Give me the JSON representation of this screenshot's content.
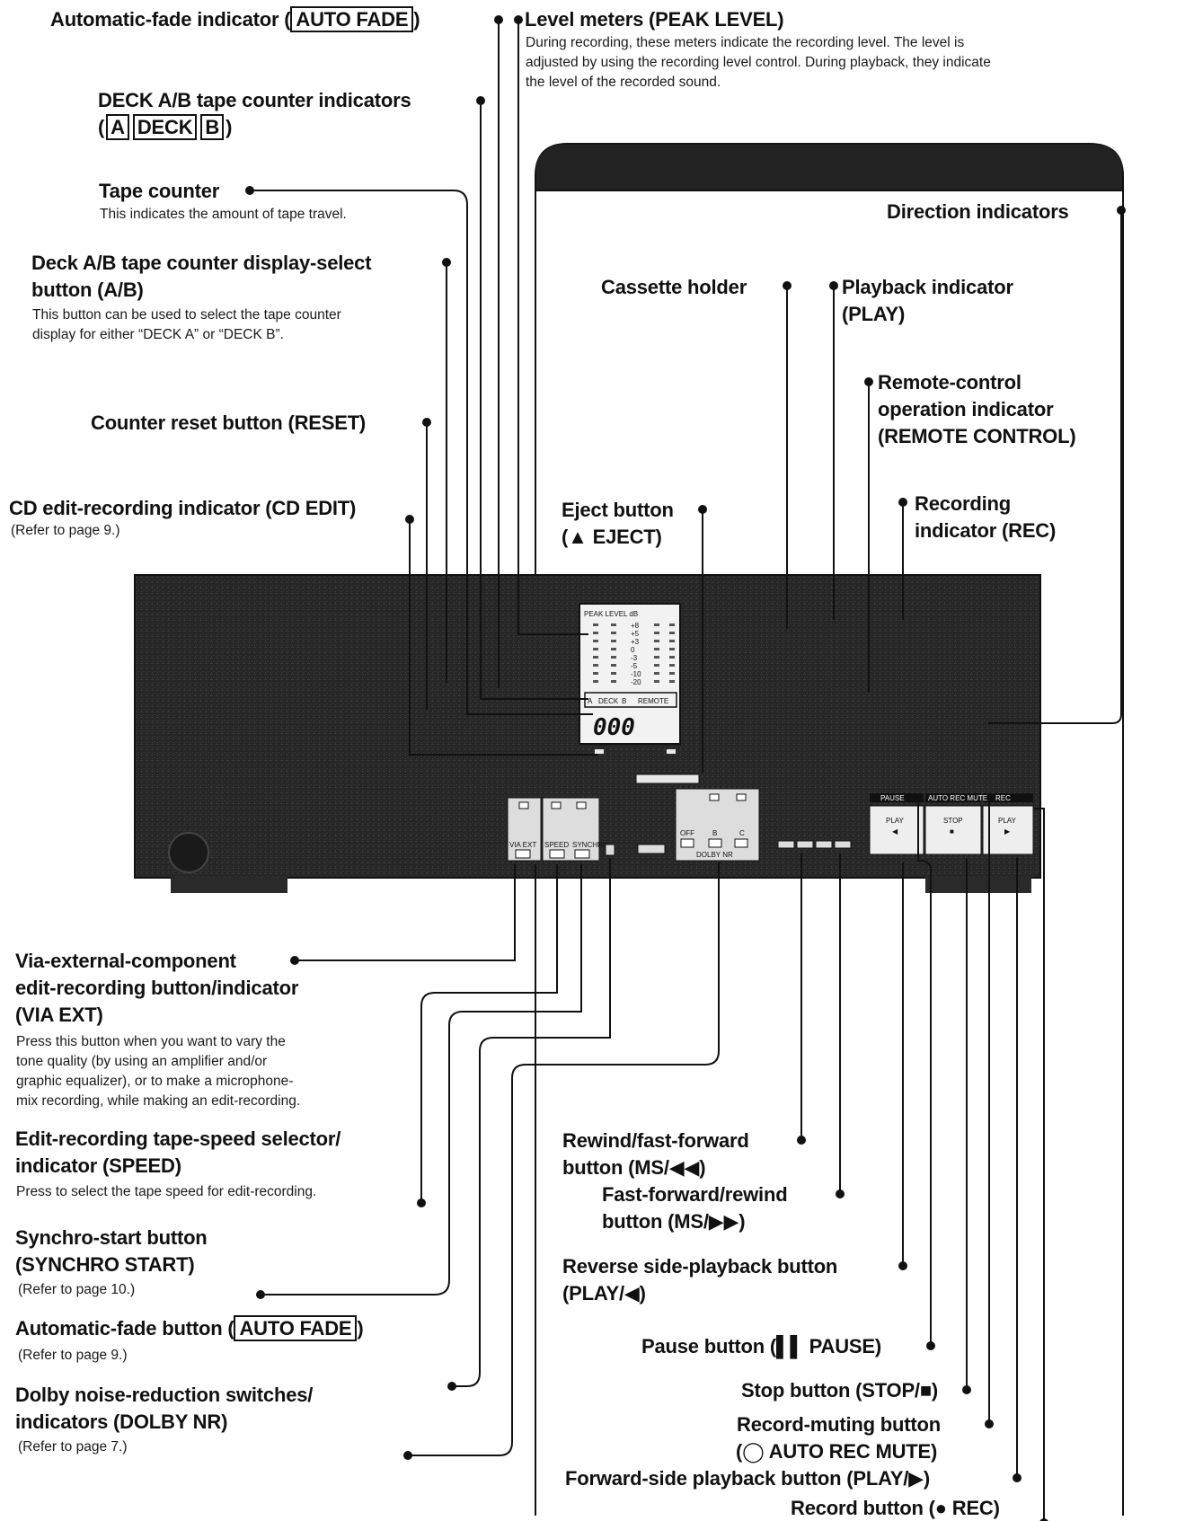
{
  "labels": {
    "auto_fade_indicator": {
      "prefix": "Automatic-fade indicator (",
      "boxed": "AUTO FADE",
      "suffix": ")"
    },
    "level_meters": {
      "title": "Level meters (PEAK LEVEL)",
      "desc": [
        "During recording, these meters indicate the recording level. The level is",
        "adjusted by using the recording level control. During playback, they indicate",
        "the level of the recorded sound."
      ]
    },
    "deck_counter_indicators": {
      "line1": "DECK A/B tape counter indicators",
      "open": "(",
      "a": "A",
      "deck": "DECK",
      "b": "B",
      "close": ")"
    },
    "tape_counter": {
      "title": "Tape counter",
      "desc": "This indicates the amount of tape travel."
    },
    "deck_select": {
      "line1": "Deck A/B tape counter display-select",
      "line2": "button (A/B)",
      "desc": [
        "This button can be used to select the tape counter",
        "display for either “DECK A” or “DECK B”."
      ]
    },
    "counter_reset": "Counter reset button (RESET)",
    "cd_edit": {
      "title": "CD edit-recording indicator (CD EDIT)",
      "ref": "(Refer to page 9.)"
    },
    "direction": "Direction indicators",
    "cassette_holder": "Cassette holder",
    "playback_indicator": [
      "Playback indicator",
      "(PLAY)"
    ],
    "remote_indicator": [
      "Remote-control",
      "operation indicator",
      "(REMOTE CONTROL)"
    ],
    "eject": [
      "Eject button",
      "(▲ EJECT)"
    ],
    "rec_indicator": [
      "Recording",
      "indicator (REC)"
    ],
    "via_ext": {
      "lines": [
        "Via-external-component",
        "edit-recording button/indicator",
        "(VIA EXT)"
      ],
      "desc": [
        "Press this button when you want to vary the",
        "tone quality (by using an amplifier and/or",
        "graphic equalizer), or to make a microphone-",
        "mix recording, while making an edit-recording."
      ]
    },
    "speed": {
      "lines": [
        "Edit-recording tape-speed selector/",
        "indicator (SPEED)"
      ],
      "desc": "Press to select the tape speed for edit-recording."
    },
    "synchro": {
      "lines": [
        "Synchro-start button",
        "(SYNCHRO START)"
      ],
      "ref": "(Refer to page 10.)"
    },
    "auto_fade_button": {
      "prefix": "Automatic-fade button (",
      "boxed": "AUTO FADE",
      "suffix": ")",
      "ref": "(Refer to page 9.)"
    },
    "dolby": {
      "lines": [
        "Dolby noise-reduction switches/",
        "indicators (DOLBY NR)"
      ],
      "ref": "(Refer to page 7.)"
    },
    "rewind": [
      "Rewind/fast-forward",
      "button (MS/◀◀)"
    ],
    "ffwd": [
      "Fast-forward/rewind",
      "button (MS/▶▶)"
    ],
    "reverse_play": [
      "Reverse side-playback button",
      "(PLAY/◀)"
    ],
    "pause": "Pause button (▌▌ PAUSE)",
    "stop": "Stop button (STOP/■)",
    "rec_mute": [
      "Record-muting button",
      "(◯ AUTO REC MUTE)"
    ],
    "forward_play": "Forward-side playback button (PLAY/▶)",
    "rec_button": "Record button (● REC)"
  },
  "panel": {
    "meter_header": "PEAK LEVEL dB",
    "meter_scale": [
      "+8",
      "+5",
      "+3",
      "0",
      "-3",
      "-5",
      "-10",
      "-20"
    ],
    "counter_a": "A",
    "counter_deck": "DECK",
    "counter_b": "B",
    "counter_remote": "REMOTE",
    "counter_digits": "000",
    "via_ext_label": "VIA EXT",
    "speed_label": "SPEED",
    "synchro_label": "SYNCHRO",
    "dolby_off": "OFF",
    "dolby_b": "B",
    "dolby_c": "C",
    "dolby_caption": "DOLBY NR",
    "pause_label": "PAUSE",
    "mute_label": "AUTO REC MUTE",
    "rec_label": "REC",
    "play_rev": "PLAY",
    "stop_label": "STOP",
    "play_fwd": "PLAY"
  }
}
